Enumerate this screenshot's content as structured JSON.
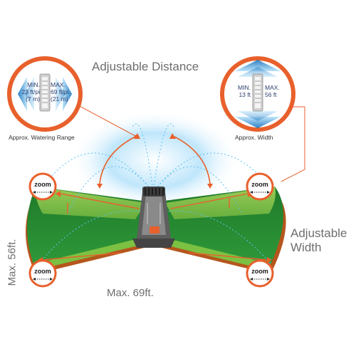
{
  "headline": {
    "distance": "Adjustable Distance",
    "width_line1": "Adjustable",
    "width_line2": "Width"
  },
  "range_callout": {
    "min_label": "MIN.",
    "min_ft": "23 ft/pi",
    "min_m": "(7 m)",
    "max_label": "MAX.",
    "max_ft": "69 ft/pi",
    "max_m": "(21 m)",
    "caption": "Approx. Watering Range"
  },
  "width_callout": {
    "min_label": "MIN.",
    "min_ft": "13 ft",
    "max_label": "MAX.",
    "max_ft": "56 ft",
    "caption": "Approx. Width"
  },
  "dimensions": {
    "max_width": "Max. 56ft.",
    "max_length": "Max. 69ft."
  },
  "zoom_badges": [
    "zoom",
    "zoom",
    "zoom",
    "zoom"
  ],
  "colors": {
    "accent_orange": "#e8602c",
    "lawn_dark": "#2e8b2e",
    "lawn_light": "#8cc63f",
    "water_blue": "#4fb3e8",
    "text_gray": "#6d6e70"
  }
}
